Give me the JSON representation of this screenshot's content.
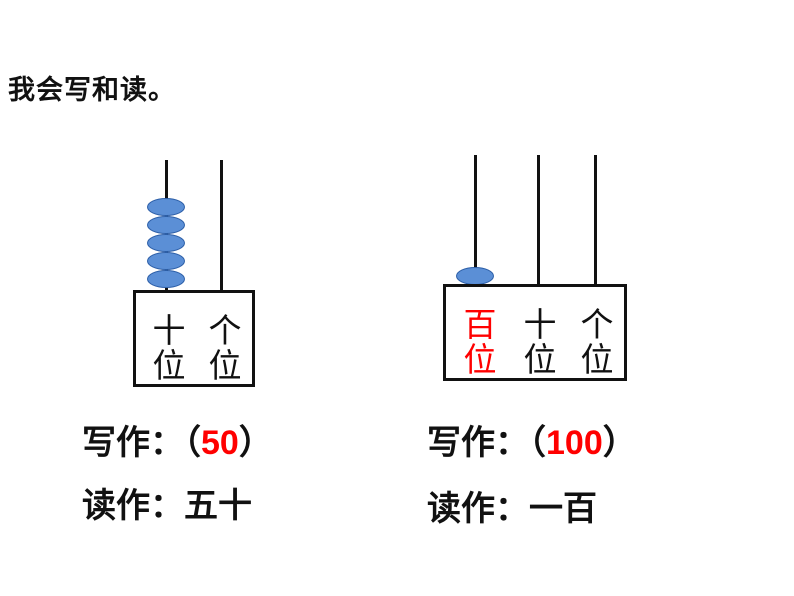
{
  "title": "我会写和读。",
  "left_abacus": {
    "places": [
      {
        "line1": "十",
        "line2": "位"
      },
      {
        "line1": "个",
        "line2": "位"
      }
    ],
    "tens_beads": 5,
    "ones_beads": 0,
    "write_prefix": "写作：（",
    "write_value": "50",
    "write_suffix": "）",
    "read_prefix": "读作：",
    "read_value": "五十"
  },
  "right_abacus": {
    "places": [
      {
        "line1": "百",
        "line2": "位"
      },
      {
        "line1": "十",
        "line2": "位"
      },
      {
        "line1": "个",
        "line2": "位"
      }
    ],
    "hundreds_beads": 1,
    "tens_beads": 0,
    "ones_beads": 0,
    "write_prefix": "写作：（",
    "write_value": "100",
    "write_suffix": "）",
    "read_prefix": "读作：",
    "read_value": "一百"
  },
  "colors": {
    "bead": "#5b8fd6",
    "highlight": "#ff0000"
  }
}
